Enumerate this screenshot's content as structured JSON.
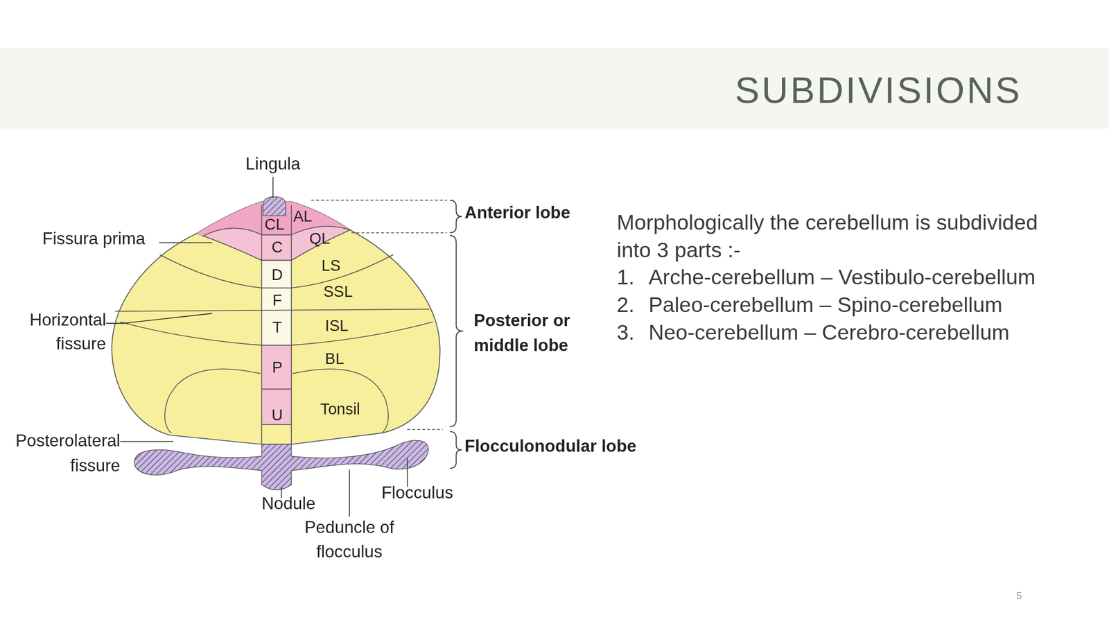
{
  "diagram": {
    "title": "SUBDIVISIONS",
    "labels": [
      "Lingula",
      "Anterior lobe",
      "Fissura prima",
      "CL",
      "AL",
      "C",
      "QL",
      "D",
      "LS",
      "F",
      "SSL",
      "Horizontal fissure",
      "T",
      "ISL",
      "Posterior or middle lobe",
      "P",
      "BL",
      "U",
      "Tonsil",
      "Posterolateral fissure",
      "Flocculonodular lobe",
      "Nodule",
      "Flocculus",
      "Peduncle of flocculus",
      "Morphologically the cerebellum is subdivided into 3 parts :-",
      "1.",
      "Arche-cerebellum – Vestibulo-cerebellum",
      "2.",
      "Paleo-cerebellum – Spino-cerebellum",
      "3.",
      "Neo-cerebellum – Cerebro-cerebellum",
      "5"
    ]
  }
}
